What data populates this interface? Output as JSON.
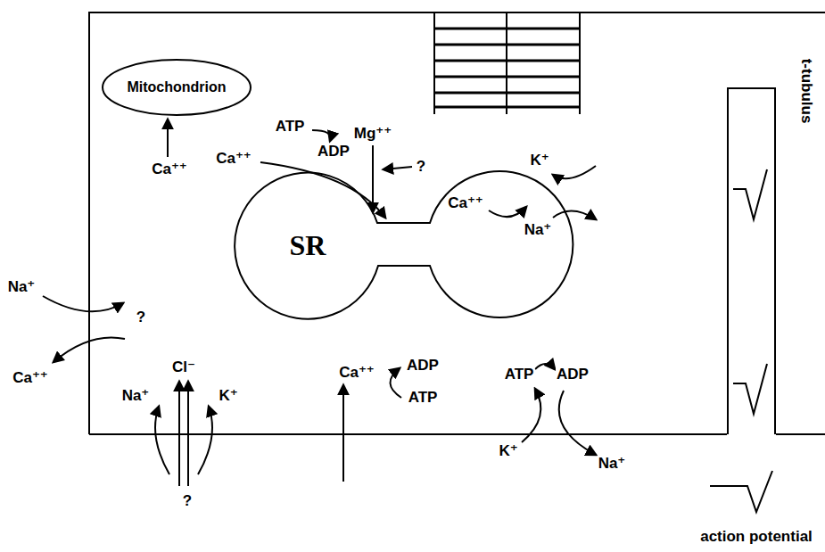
{
  "diagram": {
    "nodes": [
      {
        "text": [
          "Mitochondrion"
        ]
      },
      {
        "text": [
          "SR"
        ]
      },
      {
        "text": [
          "t-tubulus"
        ]
      }
    ],
    "labels": [
      "Ca⁺⁺",
      "Ca⁺⁺",
      "ATP",
      "ADP",
      "Mg⁺⁺",
      "?",
      "Ca⁺⁺",
      "K⁺",
      "Na⁺",
      "Na⁺",
      "?",
      "Ca⁺⁺",
      "Cl⁻",
      "Na⁺",
      "K⁺",
      "Ca⁺⁺",
      "ADP",
      "ATP",
      "ATP",
      "ADP",
      "K⁺",
      "Na⁺",
      "?",
      "action potential"
    ]
  }
}
